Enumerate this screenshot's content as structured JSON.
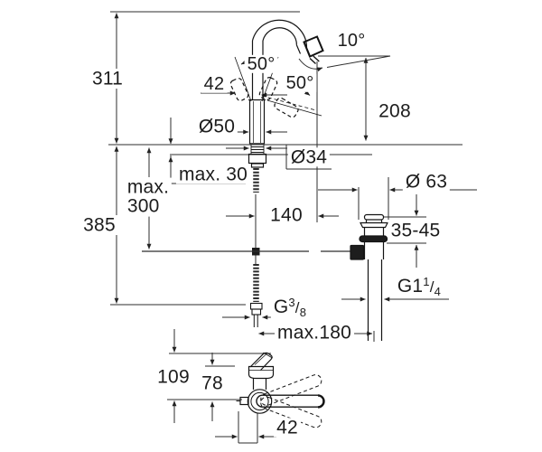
{
  "diagram": {
    "type": "technical-installation-drawing",
    "subject": "single-lever basin mixer with pop-up waste",
    "line_color": "#1c1c1c",
    "background": "#ffffff",
    "front_view": {
      "total_height": "311",
      "below_counter_total": "385",
      "hose_clearance": "max.\n300",
      "counter_thickness": "max. 30",
      "base_diameter": "Ø50",
      "hole_diameter": "Ø34",
      "spout_reach": "140",
      "spout_height": "208",
      "spout_angle": "10°",
      "handle_swivel_front": "50°",
      "handle_swivel_side": "50°",
      "handle_width": "42",
      "waste_flange_diameter": "Ø 63",
      "waste_mount_range": "35-45",
      "waste_thread": {
        "prefix": "G1",
        "sup": "1",
        "slash": "/",
        "sub": "4"
      },
      "supply_thread": {
        "prefix": "G",
        "sup": "3",
        "slash": "/",
        "sub": "8"
      },
      "rod_length": "max.180"
    },
    "top_view": {
      "spout_tip_to_handle": "109",
      "body_to_handle": "78",
      "handle_length": "42"
    }
  }
}
